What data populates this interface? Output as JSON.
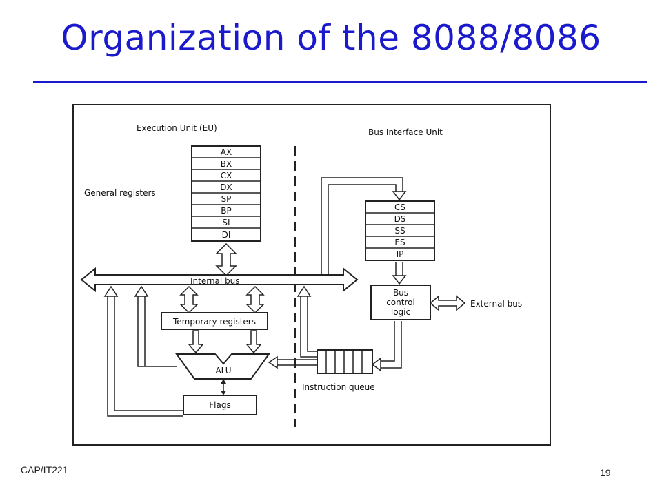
{
  "slide": {
    "title": "Organization of the 8088/8086",
    "footer_left": "CAP/IT221",
    "page_number": "19"
  },
  "diagram": {
    "eu_label": "Execution Unit (EU)",
    "biu_label": "Bus Interface Unit",
    "general_registers_label": "General registers",
    "general_registers": [
      "AX",
      "BX",
      "CX",
      "DX",
      "SP",
      "BP",
      "SI",
      "DI"
    ],
    "segment_registers": [
      "CS",
      "DS",
      "SS",
      "ES",
      "IP"
    ],
    "internal_bus_label": "Internal bus",
    "temporary_registers_label": "Temporary registers",
    "alu_label": "ALU",
    "flags_label": "Flags",
    "bus_control_label": [
      "Bus",
      "control",
      "logic"
    ],
    "external_bus_label": "External bus",
    "instruction_queue_label": "Instruction queue",
    "colors": {
      "title": "#1a1acc",
      "line": "#222222"
    }
  }
}
